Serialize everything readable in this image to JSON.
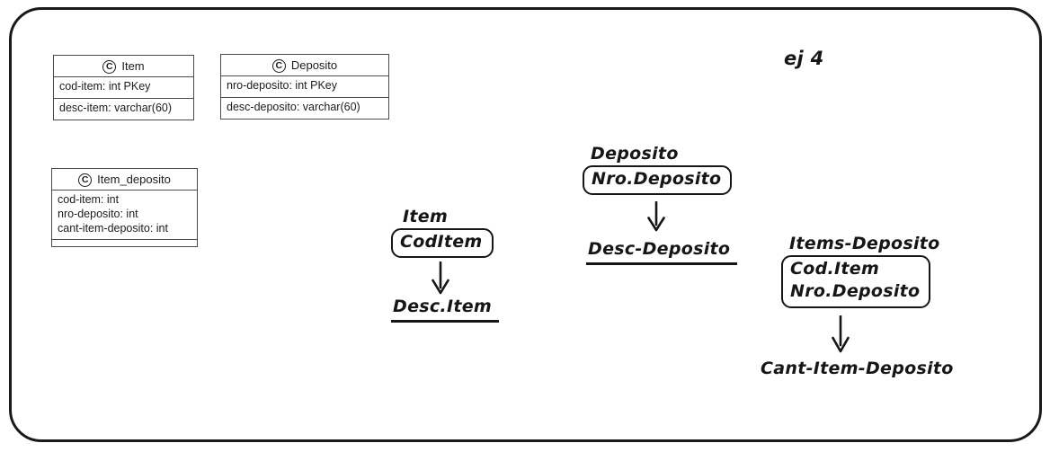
{
  "canvas": {
    "background": "#ffffff",
    "border_color": "#1a1a1a",
    "ink_color": "#161616",
    "uml_border_color": "#4a4a4a"
  },
  "annotation": {
    "label": "ej 4"
  },
  "class_boxes": [
    {
      "stereotype_letter": "C",
      "title": "Item",
      "compartments": [
        [
          "cod-item: int PKey"
        ],
        [
          "desc-item: varchar(60)"
        ]
      ]
    },
    {
      "stereotype_letter": "C",
      "title": "Deposito",
      "compartments": [
        [
          "nro-deposito: int PKey"
        ],
        [
          "desc-deposito: varchar(60)"
        ]
      ]
    },
    {
      "stereotype_letter": "C",
      "title": "Item_deposito",
      "compartments": [
        [
          "cod-item: int",
          "nro-deposito: int",
          "cant-item-deposito: int"
        ],
        []
      ]
    }
  ],
  "fd_diagrams": [
    {
      "entity": "Item",
      "determinant": [
        "CodItem"
      ],
      "dependent": "Desc.Item",
      "dependent_underlined": true
    },
    {
      "entity": "Deposito",
      "determinant": [
        "Nro.Deposito"
      ],
      "dependent": "Desc-Deposito",
      "dependent_underlined": true
    },
    {
      "entity": "Items-Deposito",
      "determinant": [
        "Cod.Item",
        "Nro.Deposito"
      ],
      "dependent": "Cant-Item-Deposito",
      "dependent_underlined": false
    }
  ]
}
